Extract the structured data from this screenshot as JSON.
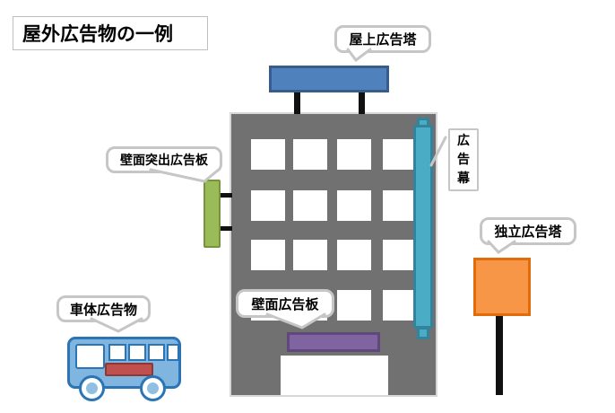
{
  "title": "屋外広告物の一例",
  "callouts": {
    "rooftop": {
      "text": "屋上広告塔"
    },
    "wall_projecting": {
      "text": "壁面突出広告板"
    },
    "banner": {
      "text": "広告幕",
      "chars": [
        "広",
        "告",
        "幕"
      ]
    },
    "wall": {
      "text": "壁面広告板"
    },
    "vehicle": {
      "text": "車体広告物"
    },
    "independent": {
      "text": "独立広告塔"
    }
  },
  "colors": {
    "building": "#717171",
    "rooftop_sign": "#4F81BD",
    "rooftop_sign_border": "#385D8A",
    "banner_sign": "#4BACC6",
    "banner_sign_border": "#31849B",
    "projecting_sign": "#9BBB59",
    "projecting_sign_border": "#77933C",
    "wall_sign": "#8064A2",
    "wall_sign_border": "#5F497A",
    "independent_sign": "#F79646",
    "independent_sign_border": "#E36C0A",
    "bus_body": "#7FB5DE",
    "bus_outline": "#2B74B6",
    "bus_ad_panel": "#C0504D",
    "bus_ad_panel_border": "#8C3836",
    "callout_border": "#C6C6C6",
    "background": "#FFFFFF"
  }
}
